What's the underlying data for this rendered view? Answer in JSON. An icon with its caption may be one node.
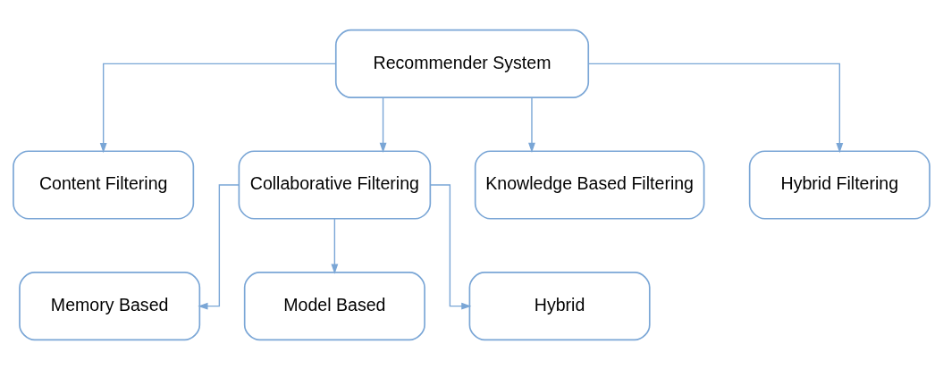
{
  "diagram": {
    "nodes": [
      {
        "text": [
          "Recommender System"
        ]
      },
      {
        "text": [
          "Content Filtering"
        ]
      },
      {
        "text": [
          "Collaborative Filtering"
        ]
      },
      {
        "text": [
          "Knowledge Based Filtering"
        ]
      },
      {
        "text": [
          "Hybrid Filtering"
        ]
      },
      {
        "text": [
          "Memory Based"
        ]
      },
      {
        "text": [
          "Model Based"
        ]
      },
      {
        "text": [
          "Hybrid"
        ]
      }
    ],
    "edges": [
      {
        "from": 0,
        "to": 1,
        "arrow": "to"
      },
      {
        "from": 0,
        "to": 2,
        "arrow": "to"
      },
      {
        "from": 0,
        "to": 3,
        "arrow": "to"
      },
      {
        "from": 0,
        "to": 4,
        "arrow": "to"
      },
      {
        "from": 2,
        "to": 5,
        "arrow": "to"
      },
      {
        "from": 2,
        "to": 6,
        "arrow": "to"
      },
      {
        "from": 2,
        "to": 7,
        "arrow": "to"
      }
    ]
  }
}
